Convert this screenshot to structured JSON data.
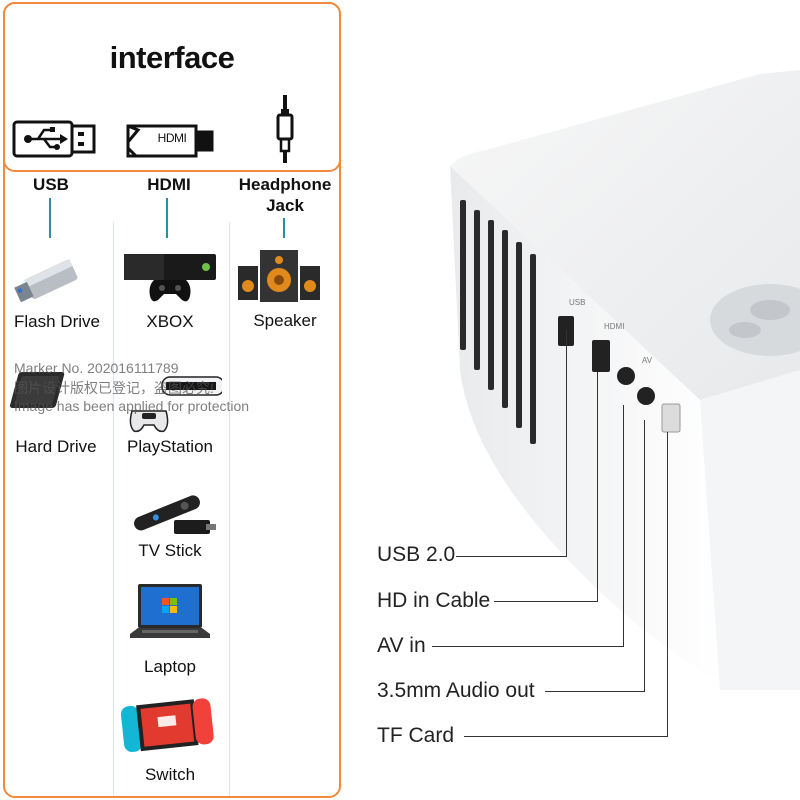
{
  "interface": {
    "title": "interface",
    "hdmi_icon_text": "HDMI",
    "columns": [
      {
        "label": "USB"
      },
      {
        "label": "HDMI"
      },
      {
        "label": "Headphone Jack"
      }
    ]
  },
  "devices": {
    "usb": [
      "Flash Drive",
      "Hard Drive"
    ],
    "hdmi": [
      "XBOX",
      "PlayStation",
      "TV Stick",
      "Laptop",
      "Switch"
    ],
    "headphone": [
      "Speaker"
    ]
  },
  "watermark": {
    "line1": "Marker No. 202016111789",
    "line2": "图片设计版权已登记，盗图必究!",
    "line3": "Image has been applied for protection"
  },
  "ports": {
    "side_labels": [
      "USB",
      "HDMI",
      "AV"
    ],
    "items": [
      "USB 2.0",
      "HD in Cable",
      "AV in",
      "3.5mm Audio out",
      "TF Card"
    ]
  },
  "colors": {
    "accent": "#f08a3c",
    "line": "#2a8fa3"
  }
}
